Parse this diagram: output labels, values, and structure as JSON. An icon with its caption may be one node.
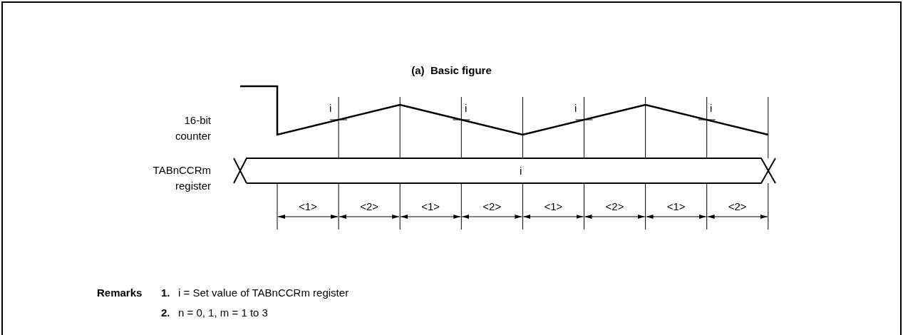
{
  "diagram": {
    "title": "(a)  Basic figure",
    "labels": [
      "16-bit counter",
      "i",
      "i",
      "i",
      "i",
      "TABnCCRm register",
      "i",
      "<1>",
      "<2>",
      "<1>",
      "<2>",
      "<1>",
      "<2>",
      "<1>",
      "<2>",
      "Remarks",
      "1.",
      "i = Set value of TABnCCRm register",
      "2.",
      "n = 0, 1, m = 1 to 3"
    ]
  }
}
